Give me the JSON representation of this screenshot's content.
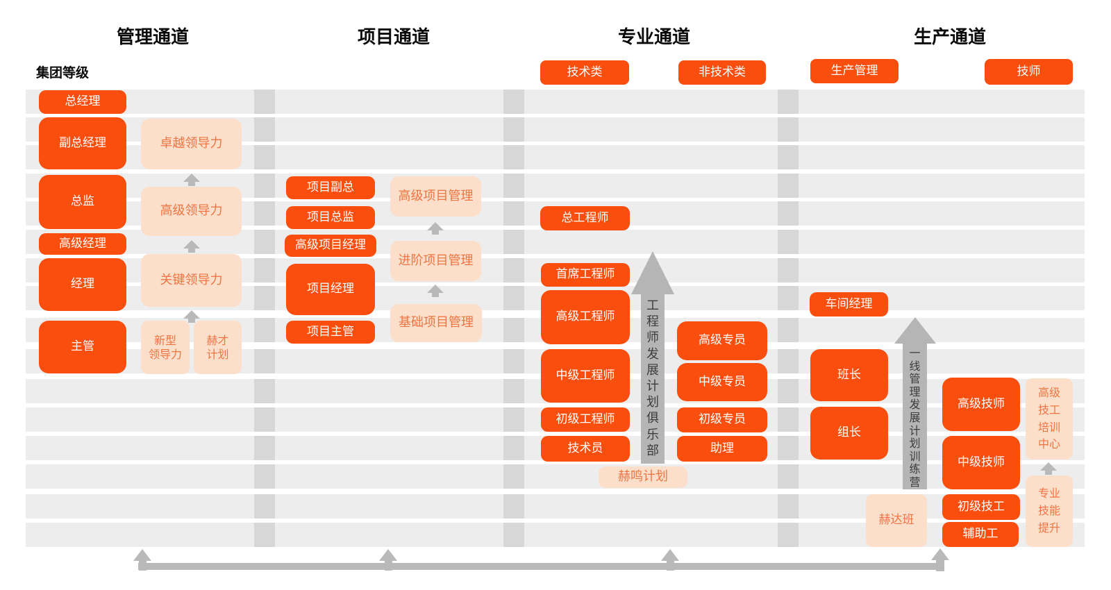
{
  "legend": {
    "group_level": "集团等级"
  },
  "channels": {
    "management": {
      "title": "管理通道"
    },
    "project": {
      "title": "项目通道"
    },
    "professional": {
      "title": "专业通道"
    },
    "production": {
      "title": "生产通道"
    }
  },
  "management": {
    "roles": [
      "总经理",
      "副总经理",
      "总监",
      "高级经理",
      "经理",
      "主管"
    ],
    "programs": {
      "excellent": "卓越领导力",
      "senior": "高级领导力",
      "key": "关键领导力",
      "new_type": "新型\n领导力",
      "hecai": "赫才\n计划"
    }
  },
  "project": {
    "roles": [
      "项目副总",
      "项目总监",
      "高级项目经理",
      "项目经理",
      "项目主管"
    ],
    "programs": [
      "高级项目管理",
      "进阶项目管理",
      "基础项目管理"
    ]
  },
  "professional": {
    "headers": {
      "technical": "技术类",
      "non_technical": "非技术类"
    },
    "technical_roles": [
      "总工程师",
      "首席工程师",
      "高级工程师",
      "中级工程师",
      "初级工程师",
      "技术员"
    ],
    "non_technical_roles": [
      "高级专员",
      "中级专员",
      "初级专员",
      "助理"
    ],
    "arrow_label": "工程师发展计划俱乐部",
    "program": "赫鸣计划"
  },
  "production": {
    "headers": {
      "management": "生产管理",
      "technician": "技师"
    },
    "management_roles": [
      "车间经理",
      "班长",
      "组长"
    ],
    "technician_roles": [
      "高级技师",
      "中级技师",
      "初级技工",
      "辅助工"
    ],
    "arrow_label": "一线管理发展计划训练营",
    "programs": {
      "heda": "赫达班",
      "training_center": "高级\n技工\n培训\n中心",
      "skill_upgrade": "专业\n技能\n提升"
    }
  },
  "colors": {
    "primary_orange": "#f94e0e",
    "light_peach": "#fcdfca",
    "peach_text": "#ee7442",
    "stripe_gray": "#ededed",
    "separator_gray": "#d7d7d7",
    "arrow_gray": "#b9b9b9",
    "big_arrow_gray": "#b5b5b5",
    "arrow_text": "#3c3c3c"
  }
}
